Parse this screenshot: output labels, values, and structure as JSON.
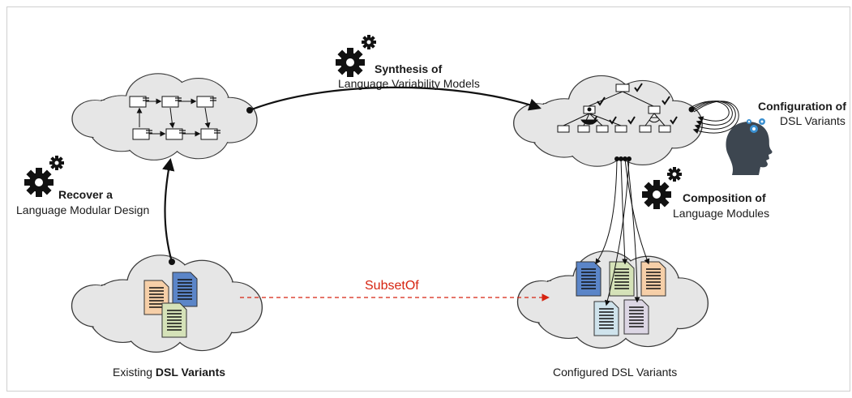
{
  "diagram": {
    "synthesis": {
      "line1": "Synthesis of",
      "line2": "Language Variability Models"
    },
    "recover": {
      "line1": "Recover a",
      "line2": "Language Modular Design"
    },
    "configuration": {
      "line1": "Configuration of",
      "line2": "DSL Variants"
    },
    "composition": {
      "line1": "Composition of",
      "line2": "Language Modules"
    },
    "subset_label": "SubsetOf",
    "existing": {
      "prefix": "Existing ",
      "bold": "DSL Variants"
    },
    "configured": "Configured DSL Variants"
  },
  "colors": {
    "cloud_fill": "#e6e6e6",
    "arrow_red": "#d62410",
    "gear": "#111111",
    "doc_blue": "#5b85c8",
    "doc_green": "#d5e2b8",
    "doc_orange": "#f6cfa8",
    "doc_lightblue": "#cfe3ec",
    "doc_lavender": "#dcd6e4",
    "head_gray": "#3d4650",
    "gear_blue": "#3a8fd0"
  },
  "icons": [
    "gear-icon",
    "document-icon",
    "head-icon",
    "checkmark-icon"
  ]
}
